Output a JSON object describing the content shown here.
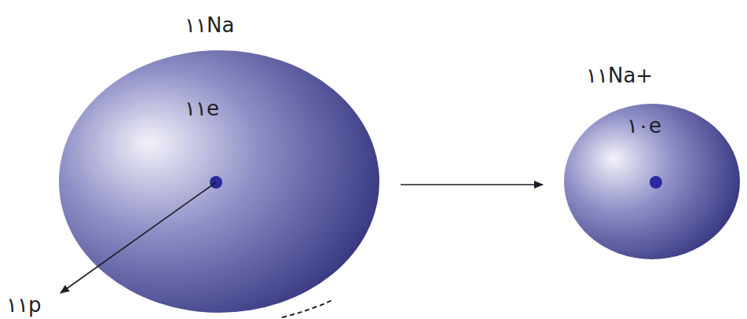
{
  "diagram": {
    "nodes": [
      {
        "text": [
          "١١Na",
          "١١e"
        ]
      },
      {
        "text": [
          "١١Na+",
          "١٠e"
        ]
      }
    ],
    "edges": [
      {
        "from": 0,
        "to": 1,
        "arrow": "to"
      }
    ],
    "labels": [
      "١١p"
    ]
  }
}
